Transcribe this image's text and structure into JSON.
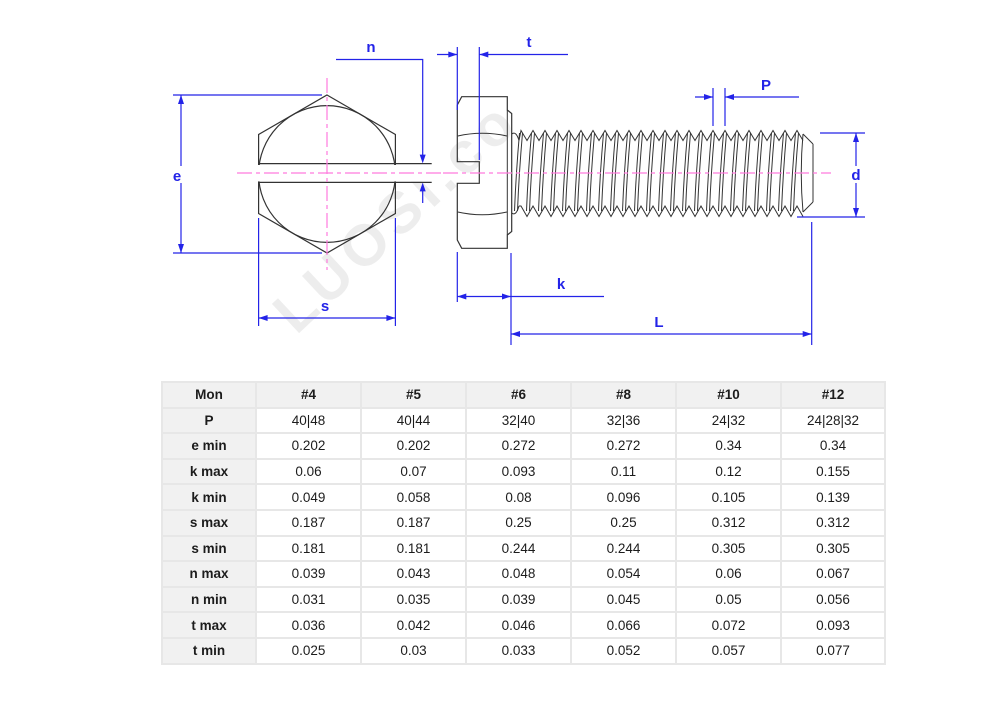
{
  "drawing": {
    "dimension_labels": {
      "e": "e",
      "s": "s",
      "n": "n",
      "t": "t",
      "P": "P",
      "k": "k",
      "L": "L",
      "d": "d"
    },
    "watermark": "LUOSI.co",
    "colors": {
      "dimension": "#2323e8",
      "centerline": "#ff7ade",
      "outline": "#333333"
    }
  },
  "table": {
    "columns": [
      "Mon",
      "#4",
      "#5",
      "#6",
      "#8",
      "#10",
      "#12"
    ],
    "rows": [
      {
        "label": "P",
        "values": [
          "40|48",
          "40|44",
          "32|40",
          "32|36",
          "24|32",
          "24|28|32"
        ]
      },
      {
        "label": "e min",
        "values": [
          "0.202",
          "0.202",
          "0.272",
          "0.272",
          "0.34",
          "0.34"
        ]
      },
      {
        "label": "k max",
        "values": [
          "0.06",
          "0.07",
          "0.093",
          "0.11",
          "0.12",
          "0.155"
        ]
      },
      {
        "label": "k min",
        "values": [
          "0.049",
          "0.058",
          "0.08",
          "0.096",
          "0.105",
          "0.139"
        ]
      },
      {
        "label": "s max",
        "values": [
          "0.187",
          "0.187",
          "0.25",
          "0.25",
          "0.312",
          "0.312"
        ]
      },
      {
        "label": "s min",
        "values": [
          "0.181",
          "0.181",
          "0.244",
          "0.244",
          "0.305",
          "0.305"
        ]
      },
      {
        "label": "n max",
        "values": [
          "0.039",
          "0.043",
          "0.048",
          "0.054",
          "0.06",
          "0.067"
        ]
      },
      {
        "label": "n min",
        "values": [
          "0.031",
          "0.035",
          "0.039",
          "0.045",
          "0.05",
          "0.056"
        ]
      },
      {
        "label": "t max",
        "values": [
          "0.036",
          "0.042",
          "0.046",
          "0.066",
          "0.072",
          "0.093"
        ]
      },
      {
        "label": "t min",
        "values": [
          "0.025",
          "0.03",
          "0.033",
          "0.052",
          "0.057",
          "0.077"
        ]
      }
    ]
  }
}
